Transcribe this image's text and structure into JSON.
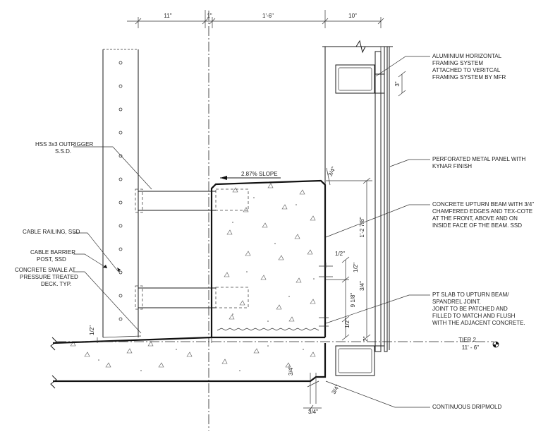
{
  "dimensions": {
    "top_a": "11\"",
    "top_b": "1\"",
    "top_c": "1'-6\"",
    "top_d": "10\"",
    "bracket": "3\"",
    "chamfer_top": "3/4\"",
    "beam_height": "1'-2 7/8\"",
    "joint_a": "1/2\"",
    "joint_b": "1/2\"",
    "joint_c": "3/4\"",
    "joint_d": "9 1/8\"",
    "joint_e": "1/2\"",
    "joint_f": "2\"",
    "swale": "1/2\"",
    "drip_a": "3/4\"",
    "drip_b": "3/4\"",
    "drip_c": "3/4\""
  },
  "slope_label": "2.87%  SLOPE",
  "labels": {
    "aluminium": [
      "ALUMINIUM HORIZONTAL",
      "FRAMING SYSTEM",
      "ATTACHED TO VERITCAL",
      "FRAMING SYSTEM BY MFR"
    ],
    "panel": [
      "PERFORATED METAL PANEL WITH",
      "KYNAR FINISH"
    ],
    "upturn": [
      "CONCRETE UPTURN BEAM WITH 3/4\"",
      "CHAMFERED EDGES AND TEX-COTE",
      "AT THE FRONT, ABOVE AND ON",
      "INSIDE FACE OF THE BEAM. SSD"
    ],
    "pt_slab": [
      "PT SLAB TO UPTURN BEAM/",
      "SPANDREL JOINT.",
      "JOINT TO BE PATCHED AND",
      "FILLED TO MATCH AND FLUSH",
      "WITH THE ADJACENT CONCRETE."
    ],
    "dripmold": [
      "CONTINUOUS DRIPMOLD"
    ],
    "hss": [
      "HSS 3x3 OUTRIGGER",
      "S.S.D."
    ],
    "cable_railing": [
      "CABLE RAILING, SSD"
    ],
    "cable_barrier": [
      "CABLE BARRIER",
      "POST, SSD"
    ],
    "swale": [
      "CONCRETE SWALE AT",
      "PRESSURE TREATED",
      "DECK. TYP."
    ]
  },
  "tier": {
    "name": "TIER 2",
    "elevation": "11' - 6\""
  }
}
